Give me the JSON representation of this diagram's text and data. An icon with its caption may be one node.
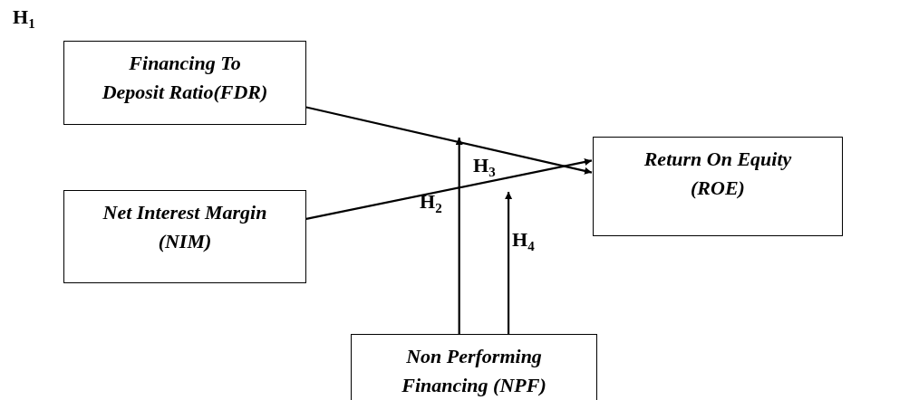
{
  "diagram": {
    "nodes": [
      {
        "text": [
          "Financing To Deposit Ratio(FDR)"
        ]
      },
      {
        "text": [
          "Return On Equity (ROE)"
        ]
      },
      {
        "text": [
          "Net Interest Margin (NIM)"
        ]
      },
      {
        "text": [
          "Non Performing Financing (NPF)"
        ]
      }
    ],
    "edges": [
      {
        "from": 0,
        "to": 1,
        "arrow": "to"
      },
      {
        "from": 2,
        "to": 1,
        "arrow": "to"
      },
      {
        "from": 3,
        "to": null,
        "arrow": "to"
      },
      {
        "from": 3,
        "to": null,
        "arrow": "to"
      }
    ],
    "labels": [
      "H$_{1}$",
      "H$_{3}$",
      "H$_{2}$",
      "H$_{4}$"
    ]
  }
}
